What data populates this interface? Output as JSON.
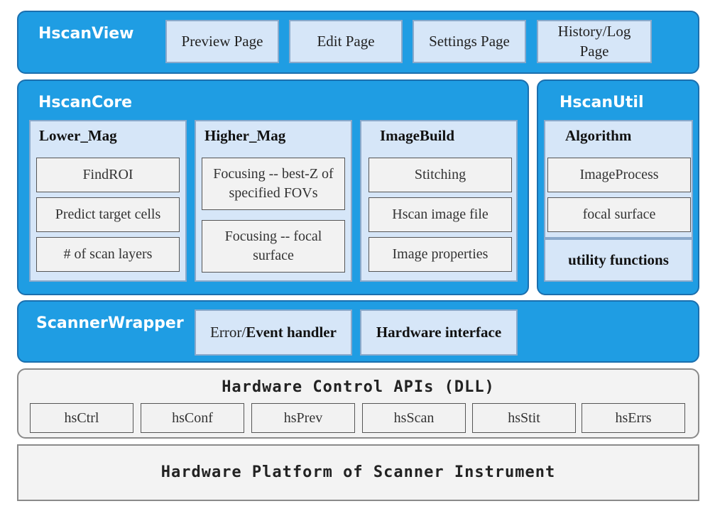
{
  "hscan_view": {
    "title": "HscanView",
    "pages": [
      "Preview Page",
      "Edit Page",
      "Settings Page",
      "History/Log Page"
    ]
  },
  "hscan_core": {
    "title": "HscanCore",
    "lower_mag": {
      "title": "Lower_Mag",
      "items": [
        "FindROI",
        "Predict target cells",
        "# of scan layers"
      ]
    },
    "higher_mag": {
      "title": "Higher_Mag",
      "items": [
        "Focusing -- best-Z of specified FOVs",
        "Focusing -- focal surface"
      ]
    },
    "image_build": {
      "title": "ImageBuild",
      "items": [
        "Stitching",
        "Hscan image file",
        "Image properties"
      ]
    }
  },
  "hscan_util": {
    "title": "HscanUtil",
    "algorithm": {
      "title": "Algorithm",
      "items": [
        "ImageProcess",
        "focal surface"
      ]
    },
    "utility": "utility functions"
  },
  "scanner_wrapper": {
    "title": "ScannerWrapper",
    "error_prefix": "Error/",
    "error_suffix": "Event handler",
    "hardware_interface": "Hardware interface"
  },
  "hardware_apis": {
    "title": "Hardware Control APIs (DLL)",
    "modules": [
      "hsCtrl",
      "hsConf",
      "hsPrev",
      "hsScan",
      "hsStit",
      "hsErrs"
    ]
  },
  "platform": {
    "title": "Hardware Platform of Scanner Instrument"
  }
}
